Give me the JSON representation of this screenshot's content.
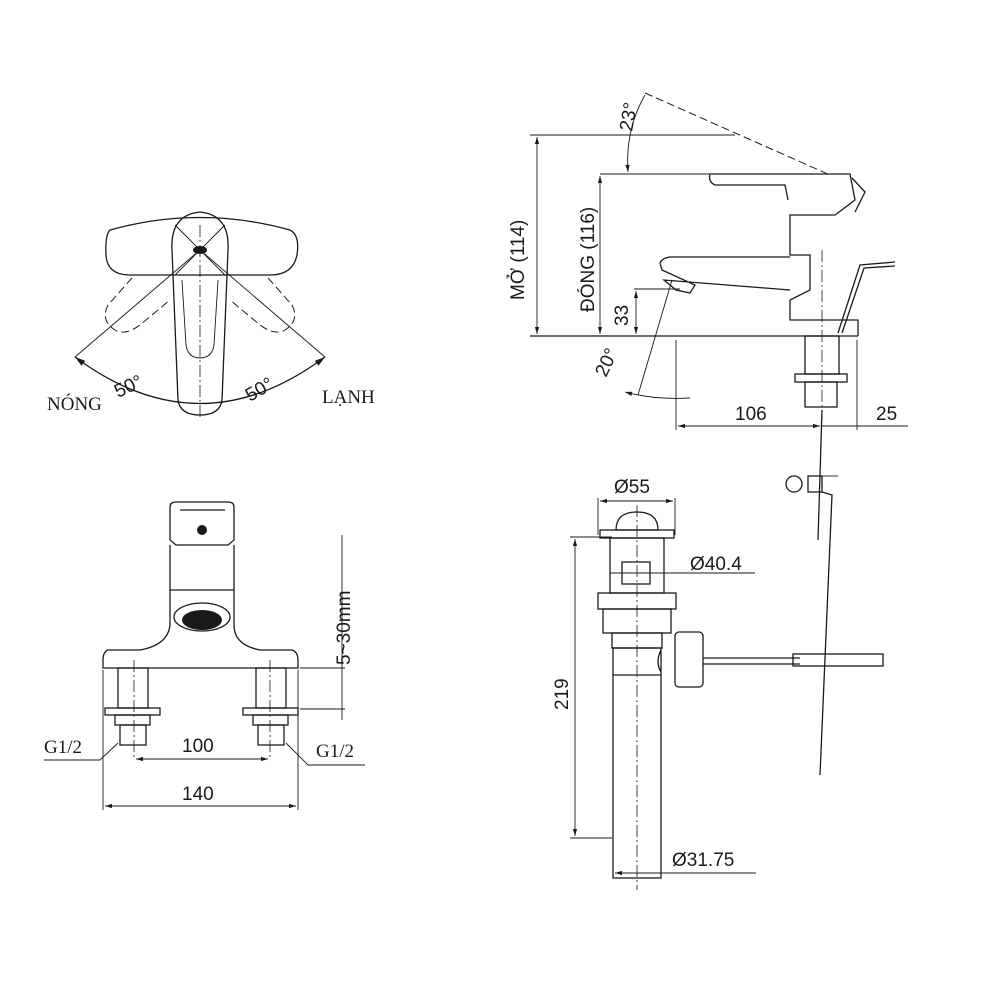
{
  "drawing": {
    "title": "Faucet and pop-up drain technical drawing",
    "stroke_color": "#1a1a1a",
    "background_color": "#ffffff"
  },
  "top_view": {
    "hot_label": "NÓNG",
    "cold_label": "LẠNH",
    "left_angle": "50°",
    "right_angle": "50°"
  },
  "side_view": {
    "open_height": "MỞ  (114)",
    "closed_height": "ĐÓNG (116)",
    "spout_height": "33",
    "handle_angle": "23°",
    "spout_angle": "20°",
    "spout_reach": "106",
    "rear_offset": "25"
  },
  "front_view": {
    "deck_thickness": "5~30mm",
    "left_thread": "G1/2",
    "right_thread": "G1/2",
    "inlet_spacing": "100",
    "base_width": "140"
  },
  "drain_view": {
    "flange_diameter": "Ø55",
    "body_diameter": "Ø40.4",
    "total_length": "219",
    "tail_diameter": "Ø31.75"
  }
}
